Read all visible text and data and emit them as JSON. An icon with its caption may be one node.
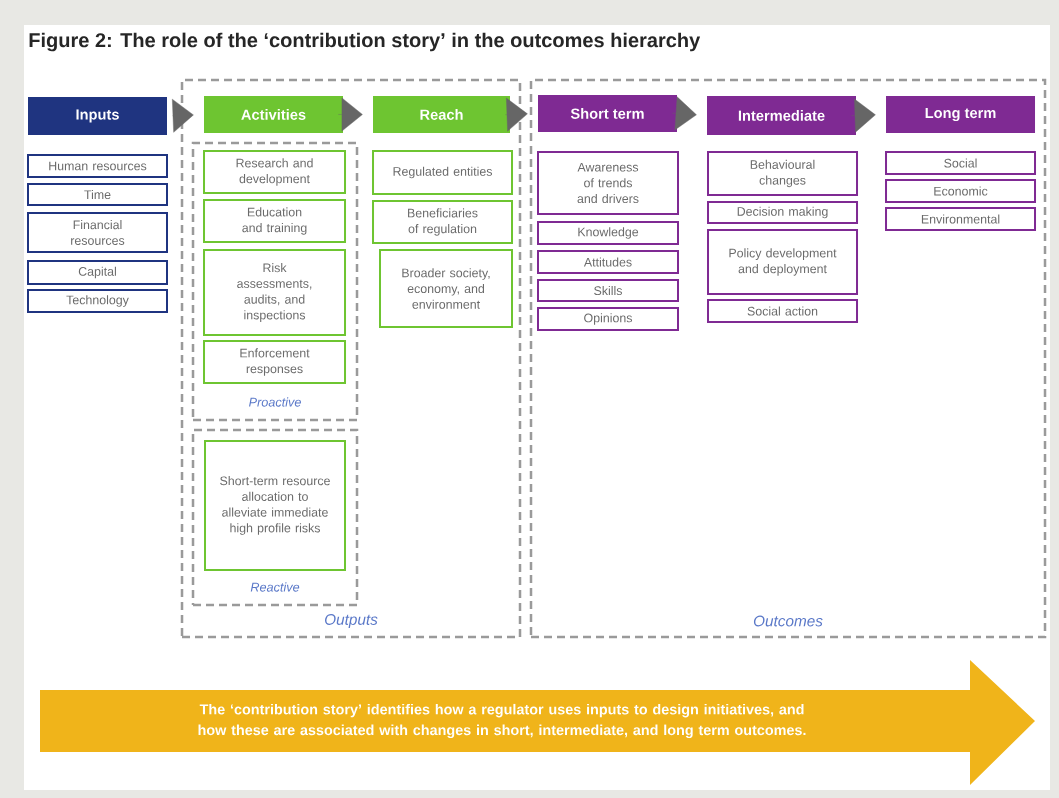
{
  "diagram": {
    "title": "Figure 2: The role of the ‘contribution story’ in the outcomes hierarchy",
    "nodes": [
      {
        "text": [
          "Inputs"
        ]
      },
      {
        "text": [
          "Outputs"
        ]
      },
      {
        "text": [
          "Activities"
        ],
        "in": 1
      },
      {
        "text": [
          "Reach"
        ],
        "in": 1
      },
      {
        "text": [
          "Outcomes"
        ]
      },
      {
        "text": [
          "Short term"
        ],
        "in": 4
      },
      {
        "text": [
          "Intermediate"
        ],
        "in": 4
      },
      {
        "text": [
          "Long term"
        ],
        "in": 4
      },
      {
        "text": [
          "Human resources"
        ]
      },
      {
        "text": [
          "Time"
        ]
      },
      {
        "text": [
          "Financial resources"
        ]
      },
      {
        "text": [
          "Capital"
        ]
      },
      {
        "text": [
          "Technology"
        ]
      },
      {
        "text": [
          "Proactive"
        ],
        "in": 1
      },
      {
        "text": [
          "Research and development"
        ],
        "in": 13
      },
      {
        "text": [
          "Education and training"
        ],
        "in": 13
      },
      {
        "text": [
          "Risk assessments, audits, and inspections"
        ],
        "in": 13
      },
      {
        "text": [
          "Enforcement responses"
        ],
        "in": 13
      },
      {
        "text": [
          "Reactive"
        ],
        "in": 1
      },
      {
        "text": [
          "Short-term resource allocation to alleviate immediate high profile risks"
        ],
        "in": 18
      },
      {
        "text": [
          "Regulated entities"
        ],
        "in": 1
      },
      {
        "text": [
          "Beneficiaries of regulation"
        ],
        "in": 1
      },
      {
        "text": [
          "Broader society, economy, and environment"
        ],
        "in": 1
      },
      {
        "text": [
          "Awareness of trends and drivers"
        ],
        "in": 4
      },
      {
        "text": [
          "Knowledge"
        ],
        "in": 4
      },
      {
        "text": [
          "Attitudes"
        ],
        "in": 4
      },
      {
        "text": [
          "Skills"
        ],
        "in": 4
      },
      {
        "text": [
          "Opinions"
        ],
        "in": 4
      },
      {
        "text": [
          "Behavioural changes"
        ],
        "in": 4
      },
      {
        "text": [
          "Decision making"
        ],
        "in": 4
      },
      {
        "text": [
          "Policy development and deployment"
        ],
        "in": 4
      },
      {
        "text": [
          "Social action"
        ],
        "in": 4
      },
      {
        "text": [
          "Social"
        ],
        "in": 4
      },
      {
        "text": [
          "Economic"
        ],
        "in": 4
      },
      {
        "text": [
          "Environmental"
        ],
        "in": 4
      },
      {
        "text": [
          "The ‘contribution story’ identifies how a regulator uses inputs to design initiatives, and how these are associated with changes in short, intermediate, and long term outcomes."
        ]
      }
    ],
    "edges": [
      {
        "from": 0,
        "to": 2,
        "arrow": "to"
      },
      {
        "from": 2,
        "to": 3,
        "arrow": "to"
      },
      {
        "from": 3,
        "to": 5,
        "arrow": "to"
      },
      {
        "from": 5,
        "to": 6,
        "arrow": "to"
      },
      {
        "from": 6,
        "to": 7,
        "arrow": "to"
      }
    ]
  }
}
